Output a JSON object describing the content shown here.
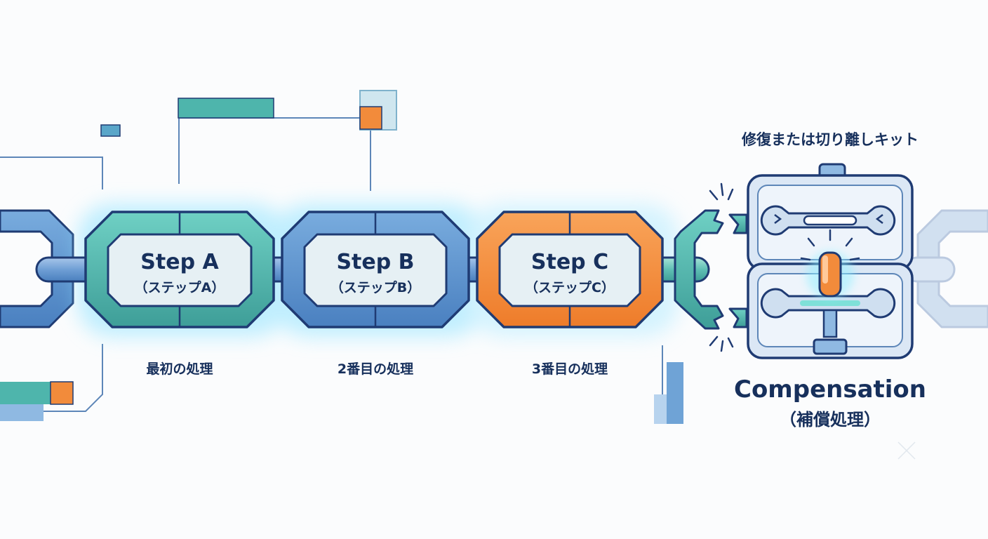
{
  "steps": [
    {
      "name": "Step A",
      "sub": "（ステップA）",
      "caption": "最初の処理",
      "color": "#4eb5ac"
    },
    {
      "name": "Step B",
      "sub": "（ステップB）",
      "caption": "2番目の処理",
      "color": "#5d96d0"
    },
    {
      "name": "Step C",
      "sub": "（ステップC）",
      "caption": "3番目の処理",
      "color": "#f28b3b"
    }
  ],
  "kit": {
    "title": "修復または切り離しキット",
    "label": "Compensation",
    "sub": "（補償処理）"
  },
  "colors": {
    "outline": "#1f3b73",
    "teal": "#4eb5ac",
    "blue": "#5d96d0",
    "orange": "#f28b3b",
    "panel": "#e6f0f4",
    "glow": "#8fe3ff"
  },
  "icons": [
    "broken-link-icon",
    "wrench-icon",
    "light-icon",
    "toolbox-icon"
  ]
}
